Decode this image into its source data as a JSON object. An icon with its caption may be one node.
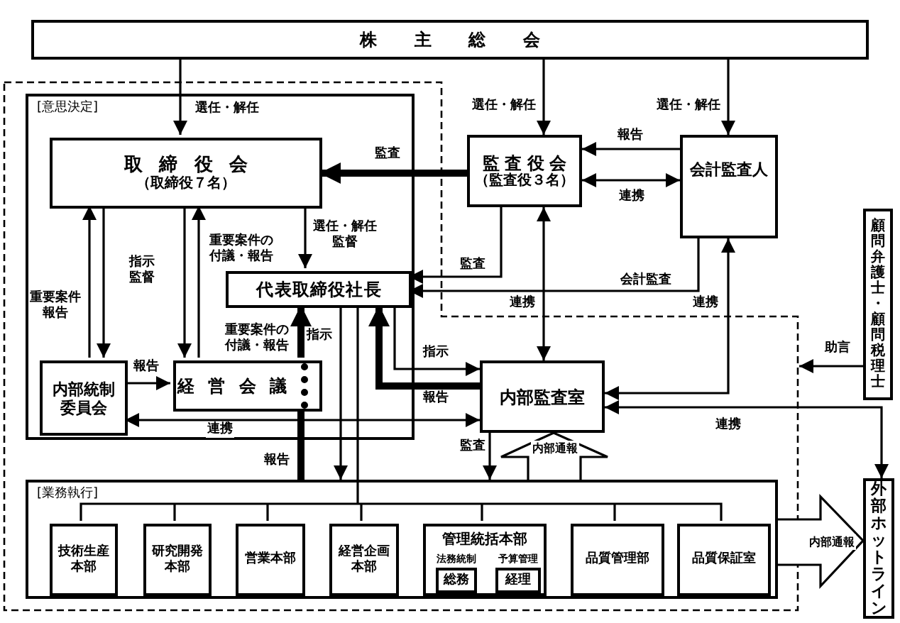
{
  "diagram": {
    "nodes": [
      {
        "text": [
          "株主総会"
        ]
      },
      {
        "text": [
          "[意思決定]"
        ]
      },
      {
        "text": [
          "取締役会",
          "（取締役７名）"
        ],
        "in": 1
      },
      {
        "text": [
          "代表取締役社長"
        ],
        "in": 1
      },
      {
        "text": [
          "内部統制委員会"
        ],
        "in": 1
      },
      {
        "text": [
          "経営会議"
        ],
        "in": 1
      },
      {
        "text": [
          "監査役会",
          "（監査役３名）"
        ]
      },
      {
        "text": [
          "会計監査人"
        ]
      },
      {
        "text": [
          "顧問弁護士・顧問税理士"
        ]
      },
      {
        "text": [
          "内部監査室"
        ]
      },
      {
        "text": [
          "[業務執行]"
        ]
      },
      {
        "text": [
          "技術生産本部"
        ],
        "in": 10
      },
      {
        "text": [
          "研究開発本部"
        ],
        "in": 10
      },
      {
        "text": [
          "営業本部"
        ],
        "in": 10
      },
      {
        "text": [
          "経営企画本部"
        ],
        "in": 10
      },
      {
        "text": [
          "管理統括本部"
        ],
        "in": 10
      },
      {
        "text": [
          "総務"
        ],
        "in": 15,
        "beside": [
          "法務統制"
        ]
      },
      {
        "text": [
          "経理"
        ],
        "in": 15,
        "beside": [
          "予算管理"
        ]
      },
      {
        "text": [
          "品質管理部"
        ],
        "in": 10
      },
      {
        "text": [
          "品質保証室"
        ],
        "in": 10
      },
      {
        "text": [
          "外部ホットライン"
        ]
      }
    ],
    "edges": [
      {
        "from": 0,
        "to": 2,
        "arrow": "to",
        "label": "選任・解任"
      },
      {
        "from": 0,
        "to": 6,
        "arrow": "to",
        "label": "選任・解任"
      },
      {
        "from": 0,
        "to": 7,
        "arrow": "to",
        "label": "選任・解任"
      },
      {
        "from": 6,
        "to": 2,
        "arrow": "to",
        "label": "監査",
        "style": "thick"
      },
      {
        "from": 7,
        "to": 6,
        "arrow": "to",
        "label": "報告"
      },
      {
        "from": 6,
        "to": 7,
        "arrow": "both",
        "label": "連携"
      },
      {
        "from": 2,
        "to": 3,
        "arrow": "to",
        "label": "選任・解任監督"
      },
      {
        "from": 6,
        "to": 3,
        "arrow": "to",
        "label": "監査"
      },
      {
        "from": 7,
        "to": 3,
        "arrow": "to",
        "label": "会計監査"
      },
      {
        "from": 6,
        "to": 9,
        "arrow": "both",
        "label": "連携"
      },
      {
        "from": 7,
        "to": 9,
        "arrow": "both",
        "label": "連携"
      },
      {
        "from": 8,
        "to": null,
        "arrow": "to",
        "label": "助言"
      },
      {
        "from": 9,
        "to": 20,
        "arrow": "both",
        "label": "連携"
      },
      {
        "from": 4,
        "to": 2,
        "arrow": "to",
        "label": "重要案件報告"
      },
      {
        "from": 2,
        "to": 4,
        "arrow": "to",
        "label": "指示監督"
      },
      {
        "from": 2,
        "to": 5,
        "arrow": "to"
      },
      {
        "from": 5,
        "to": 2,
        "arrow": "to",
        "label": "重要案件の付議・報告"
      },
      {
        "from": 4,
        "to": 5,
        "arrow": "to",
        "label": "報告"
      },
      {
        "from": 9,
        "to": 4,
        "arrow": "both",
        "label": "連携"
      },
      {
        "from": 5,
        "to": 3,
        "arrow": "to",
        "label": "重要案件の付議・報告",
        "style": "thick"
      },
      {
        "from": 10,
        "to": 5,
        "arrow": "none",
        "label": "報告",
        "style": "thick"
      },
      {
        "from": 3,
        "to": 10,
        "arrow": "to",
        "label": "指示"
      },
      {
        "from": 3,
        "to": 11,
        "arrow": "none"
      },
      {
        "from": 3,
        "to": 12,
        "arrow": "none"
      },
      {
        "from": 3,
        "to": 13,
        "arrow": "none"
      },
      {
        "from": 3,
        "to": 14,
        "arrow": "none"
      },
      {
        "from": 3,
        "to": 15,
        "arrow": "none"
      },
      {
        "from": 3,
        "to": 18,
        "arrow": "none"
      },
      {
        "from": 3,
        "to": 19,
        "arrow": "none"
      },
      {
        "from": 3,
        "to": 9,
        "arrow": "to",
        "label": "指示"
      },
      {
        "from": 9,
        "to": 3,
        "arrow": "to",
        "label": "報告",
        "style": "thick"
      },
      {
        "from": 9,
        "to": 10,
        "arrow": "to",
        "label": "監査"
      },
      {
        "from": 10,
        "to": 9,
        "arrow": "to",
        "label": "内部通報"
      },
      {
        "from": 10,
        "to": 20,
        "arrow": "to",
        "label": "内部通報"
      }
    ]
  }
}
